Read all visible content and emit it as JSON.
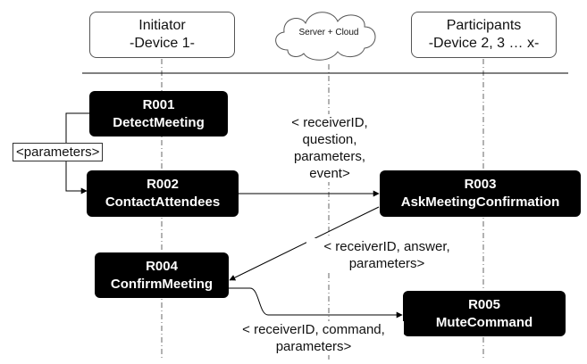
{
  "lanes": {
    "initiator": {
      "line1": "Initiator",
      "line2": "-Device 1-"
    },
    "server": {
      "label": "Server + Cloud"
    },
    "participants": {
      "line1": "Participants",
      "line2": "-Device 2, 3 … x-"
    }
  },
  "steps": [
    {
      "id": "R001",
      "name": "DetectMeeting"
    },
    {
      "id": "R002",
      "name": "ContactAttendees"
    },
    {
      "id": "R003",
      "name": "AskMeetingConfirmation"
    },
    {
      "id": "R004",
      "name": "ConfirmMeeting"
    },
    {
      "id": "R005",
      "name": "MuteCommand"
    }
  ],
  "messages": {
    "parameters": "<parameters>",
    "ask": [
      "< receiverID,",
      "question,",
      "parameters,",
      "event>"
    ],
    "answer": [
      "< receiverID, answer,",
      "parameters>"
    ],
    "command": [
      "< receiverID, command,",
      "parameters>"
    ]
  }
}
